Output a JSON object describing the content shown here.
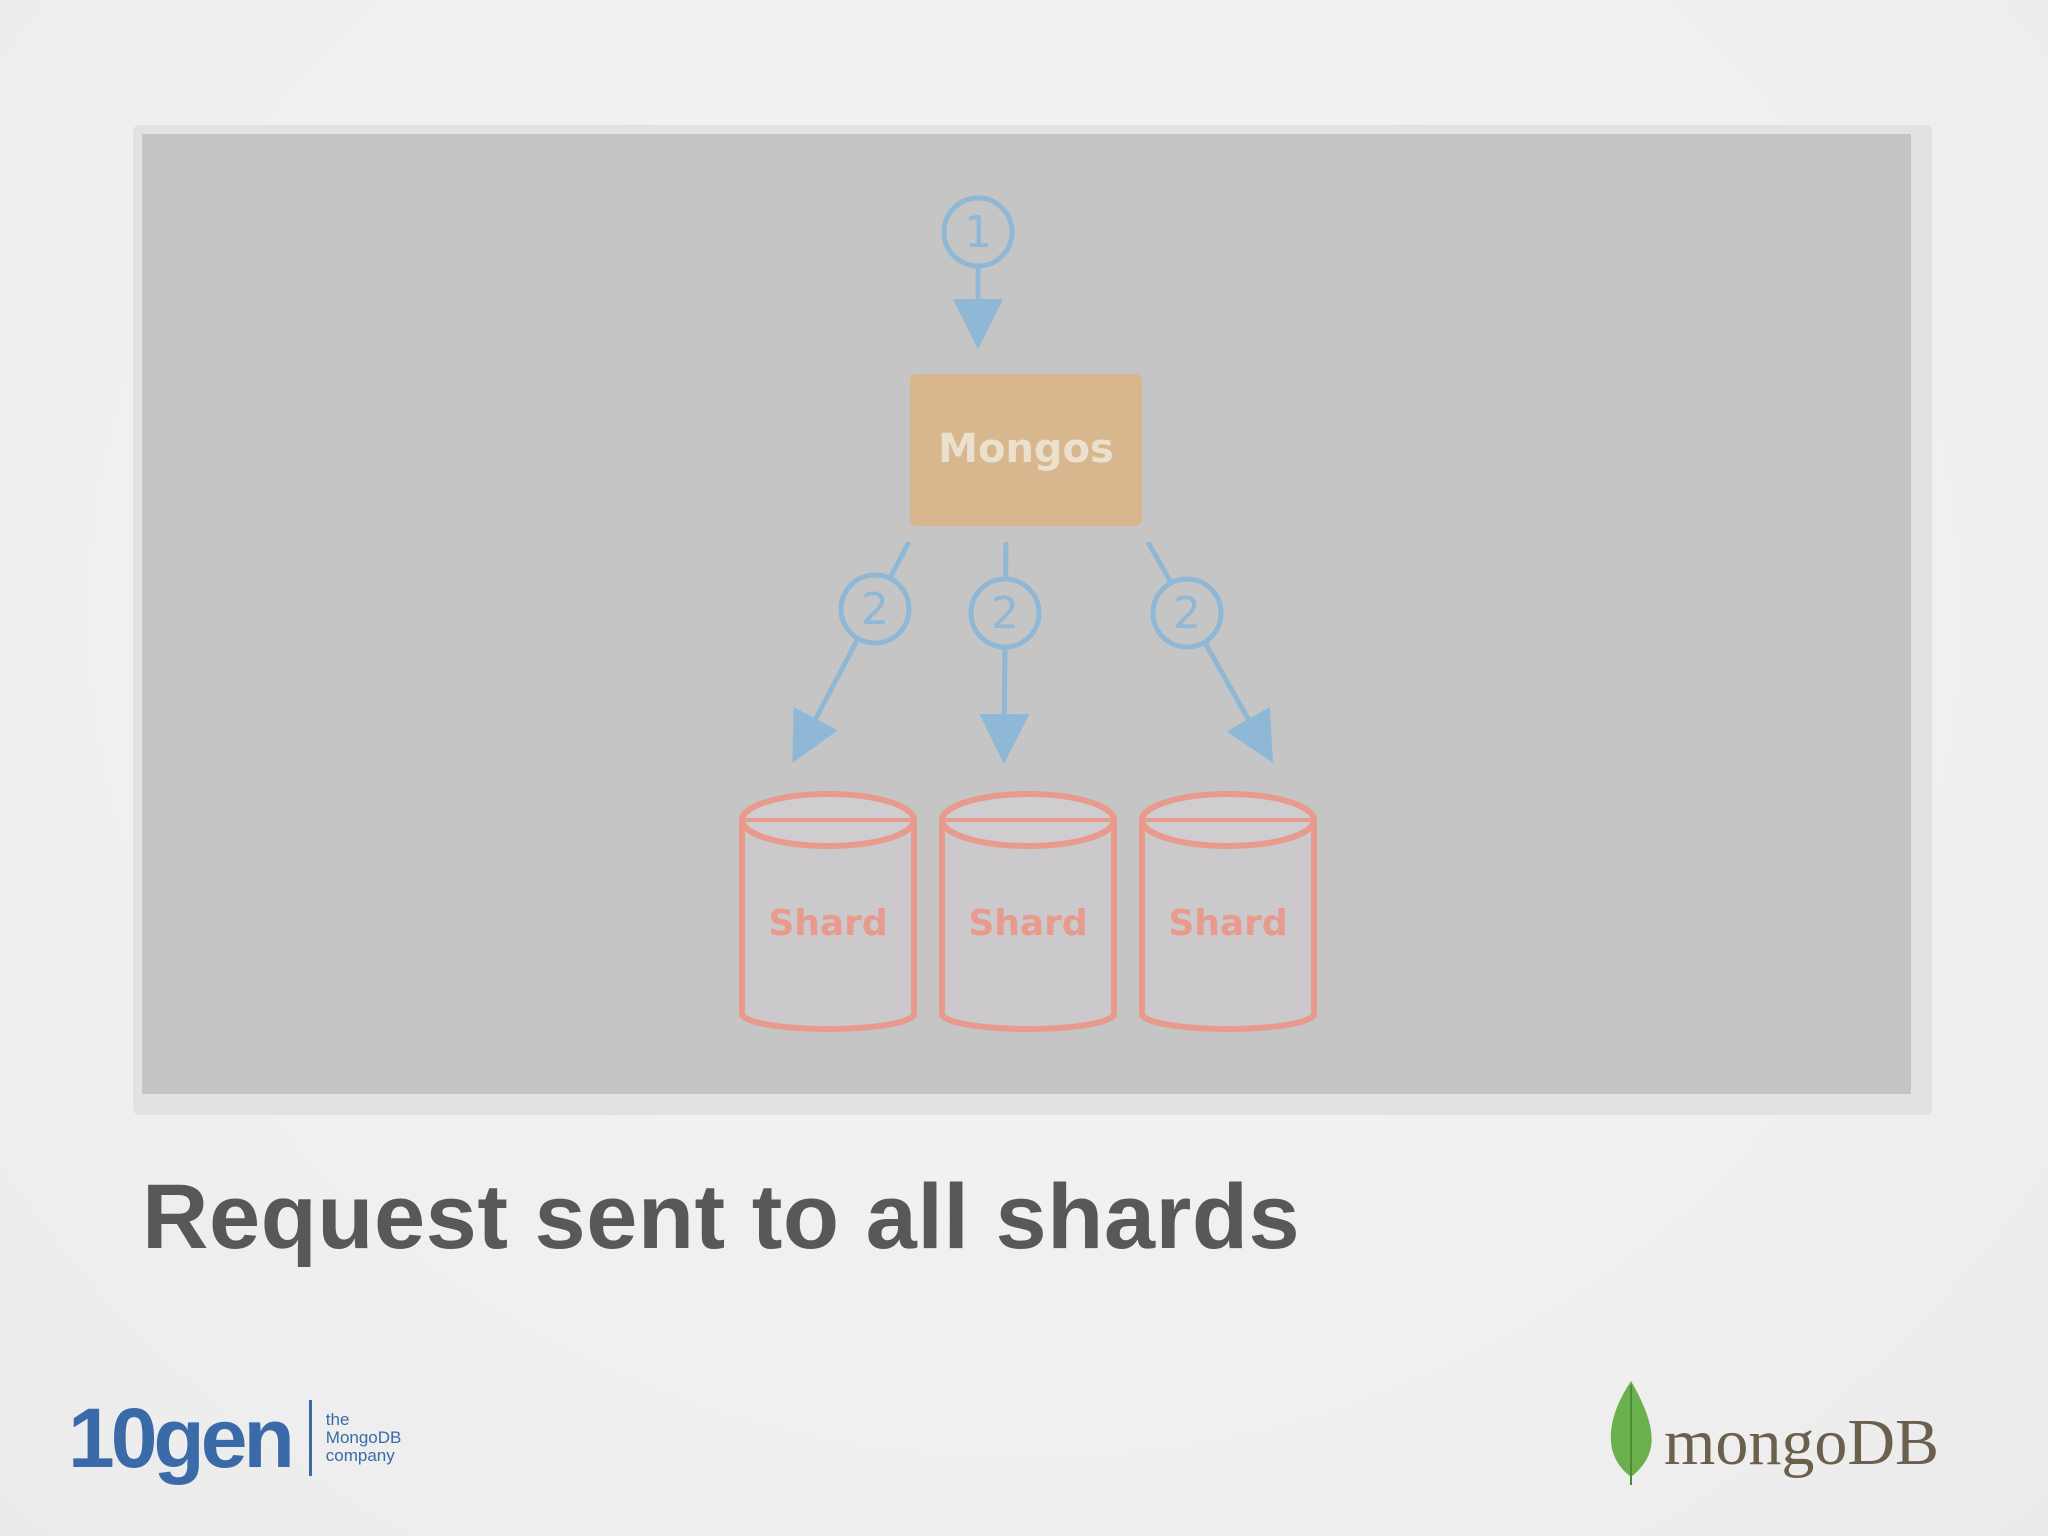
{
  "diagram": {
    "step_client": "1",
    "router_label": "Mongos",
    "step_fanout": "2",
    "shard_labels": [
      "Shard",
      "Shard",
      "Shard"
    ]
  },
  "caption": "Request sent to all shards",
  "footer": {
    "left_logo_text": "10gen",
    "left_logo_tagline": [
      "the",
      "MongoDB",
      "company"
    ],
    "right_logo_text": "mongoDB"
  },
  "colors": {
    "arrow_blue": "#8fb7d6",
    "router_fill": "#d8b78e",
    "shard_red": "#e89a8c",
    "caption_gray": "#58585a",
    "logo_blue": "#3b6aa8",
    "leaf_green": "#6ab04c"
  }
}
